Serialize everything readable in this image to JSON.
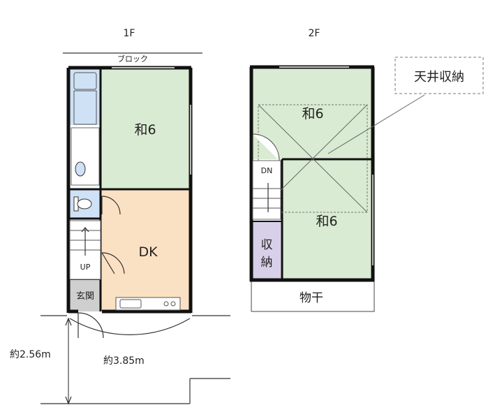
{
  "floors": {
    "first": {
      "label": "1F",
      "block_label": "ブロック",
      "rooms": {
        "washitsu": "和6",
        "dk": "DK",
        "genkan": "玄関",
        "stairs": "UP"
      }
    },
    "second": {
      "label": "2F",
      "rooms": {
        "washitsu_front": "和6",
        "washitsu_back": "和6",
        "storage": "収納",
        "stairs": "DN",
        "balcony": "物干"
      },
      "ceiling_storage_label": "天井収納"
    }
  },
  "dimensions": {
    "height": "約2.56m",
    "width": "約3.85m"
  },
  "colors": {
    "washitsu": "#d9ebd2",
    "dk": "#fbe1c4",
    "wet": "#cfe1f5",
    "storage": "#d8d0e8",
    "genkan": "#cfcfcf",
    "wall": "#111111"
  }
}
